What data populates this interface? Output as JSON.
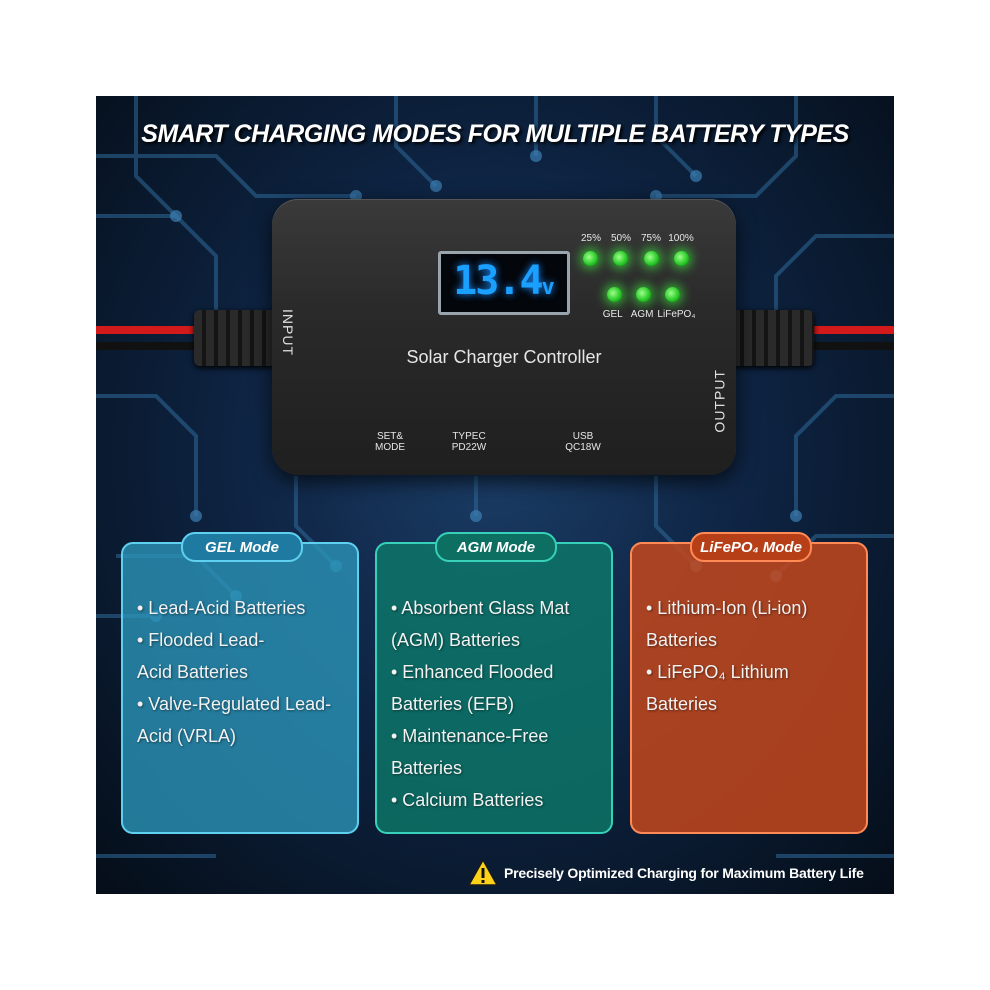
{
  "headline": "SMART CHARGING MODES FOR MULTIPLE BATTERY TYPES",
  "device": {
    "display_value": "13.4",
    "display_unit": "v",
    "name": "Solar Charger Controller",
    "input_label": "INPUT",
    "output_label": "OUTPUT",
    "level_labels": [
      "25%",
      "50%",
      "75%",
      "100%"
    ],
    "mode_labels": [
      "GEL",
      "AGM",
      "LiFePO₄"
    ],
    "ports": [
      {
        "line1": "SET&",
        "line2": "MODE"
      },
      {
        "line1": "TYPEC",
        "line2": "PD22W"
      },
      {
        "line1": "USB",
        "line2": "QC18W"
      }
    ],
    "led_color": "#2bd82b",
    "display_color": "#1aa0ff"
  },
  "cards": [
    {
      "title": "GEL Mode",
      "color": "#2b96ba",
      "items": [
        [
          "• Lead-Acid Batteries"
        ],
        [
          "• Flooded Lead-",
          "Acid Batteries"
        ],
        [
          "• Valve-Regulated Lead-",
          "Acid (VRLA)"
        ]
      ]
    },
    {
      "title": "AGM Mode",
      "color": "#0c7869",
      "items": [
        [
          "• Absorbent Glass Mat",
          "(AGM) Batteries"
        ],
        [
          "• Enhanced Flooded",
          "Batteries (EFB)"
        ],
        [
          "• Maintenance-Free",
          "Batteries"
        ],
        [
          "• Calcium Batteries"
        ]
      ]
    },
    {
      "title": "LiFePO₄ Mode",
      "color": "#c4481c",
      "items": [
        [
          "• Lithium-Ion (Li-ion)",
          "Batteries"
        ],
        [
          "• LiFePO₄ Lithium",
          "Batteries"
        ]
      ]
    }
  ],
  "footer": "Precisely Optimized Charging for Maximum Battery Life",
  "icons": {
    "warning": "warning-triangle-icon"
  }
}
